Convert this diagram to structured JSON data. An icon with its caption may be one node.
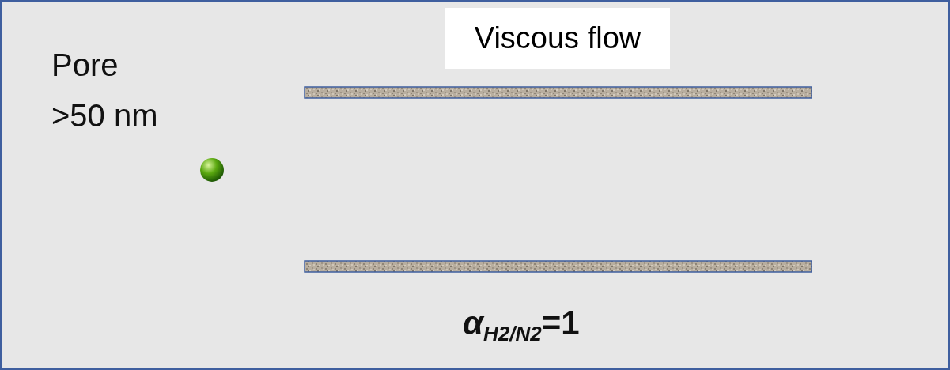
{
  "diagram": {
    "nodes": [
      {
        "text": [
          "Viscous flow"
        ]
      }
    ],
    "labels": [
      "Pore >50 nm",
      "*α*$_{H2/N2}$=1"
    ]
  }
}
